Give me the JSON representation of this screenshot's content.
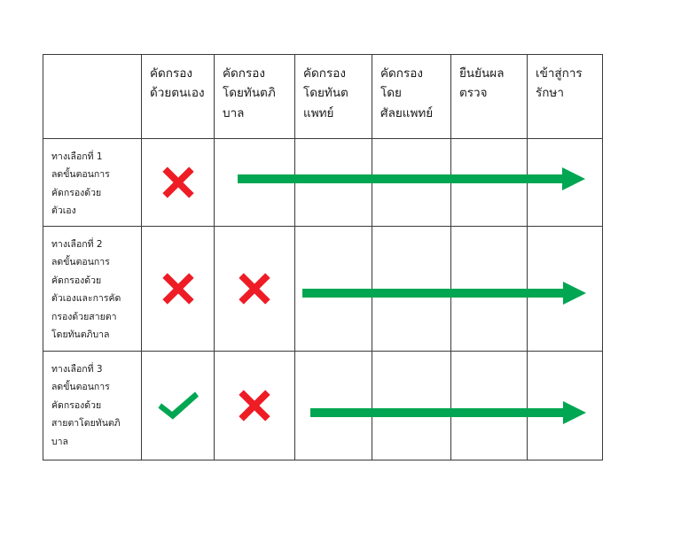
{
  "diagram": {
    "title_present": false,
    "colors": {
      "header_border": "#3a3a3a",
      "row_label_fill": "#dfe9d8",
      "cross_red": "#ee1c25",
      "check_green": "#00a651",
      "arrow_green": "#00a651",
      "page_background": "#ffffff"
    },
    "columns": [
      {
        "id": "corner",
        "label": ""
      },
      {
        "id": "self-screening",
        "label": "คัดกรอง\nด้วยตนเอง"
      },
      {
        "id": "by-dental-nurse",
        "label": "คัดกรอง\nโดยทันตภิ\nบาล"
      },
      {
        "id": "by-dentist",
        "label": "คัดกรอง\nโดยทันต\nแพทย์"
      },
      {
        "id": "by-oral-surgeon",
        "label": "คัดกรอง\nโดย\nศัลยแพทย์"
      },
      {
        "id": "confirm-result",
        "label": "ยืนยันผล\nตรวจ"
      },
      {
        "id": "enter-treatment",
        "label": "เข้าสู่การ\nรักษา"
      }
    ],
    "rows": [
      {
        "id": "option-1",
        "label": "ทางเลือกที่ 1\nลดขั้นตอนการ\nคัดกรองด้วย\nตัวเอง",
        "marks": [
          {
            "column": "self-screening",
            "type": "cross"
          }
        ],
        "arrow": {
          "from_column": "by-dental-nurse",
          "to_column": "enter-treatment"
        }
      },
      {
        "id": "option-2",
        "label": "ทางเลือกที่ 2\nลดขั้นตอนการ\nคัดกรองด้วย\nตัวเองและการคัด\nกรองด้วยสายตา\nโดยทันตภิบาล",
        "marks": [
          {
            "column": "self-screening",
            "type": "cross"
          },
          {
            "column": "by-dental-nurse",
            "type": "cross"
          }
        ],
        "arrow": {
          "from_column": "by-dentist",
          "to_column": "enter-treatment"
        }
      },
      {
        "id": "option-3",
        "label": "ทางเลือกที่ 3\nลดขั้นตอนการ\nคัดกรองด้วย\nสายตาโดยทันตภิ\nบาล",
        "marks": [
          {
            "column": "self-screening",
            "type": "check"
          },
          {
            "column": "by-dental-nurse",
            "type": "cross"
          }
        ],
        "arrow": {
          "from_column": "by-dentist",
          "to_column": "enter-treatment"
        }
      }
    ]
  }
}
